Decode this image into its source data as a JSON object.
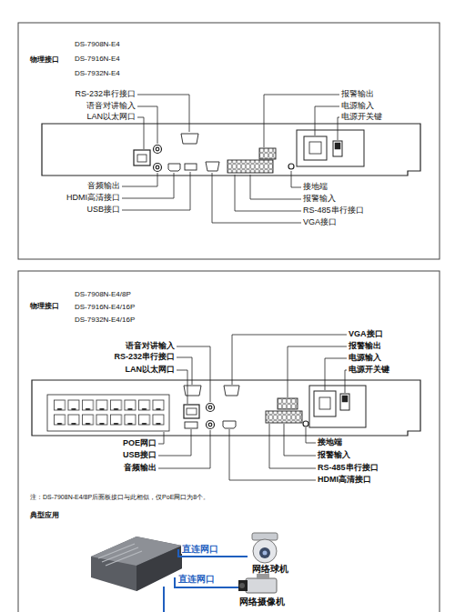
{
  "diagram": {
    "labels": [
      "DS-7908N-E4",
      "DS-7916N-E4",
      "DS-7932N-E4",
      "物理接口",
      "RS-232串行接口",
      "语音对讲输入",
      "LAN以太网口",
      "报警输出",
      "电源输入",
      "电源开关键",
      "音频输出",
      "HDMI高清接口",
      "USB接口",
      "接地端",
      "报警输入",
      "RS-485串行接口",
      "VGA接口",
      "DS-7908N-E4/8P",
      "DS-7916N-E4/16P",
      "DS-7932N-E4/16P",
      "物理接口",
      "VGA接口",
      "语音对讲输入",
      "报警输出",
      "RS-232串行接口",
      "电源输入",
      "LAN以太网口",
      "电源开关键",
      "POE网口",
      "USB接口",
      "音频输出",
      "接地端",
      "报警输入",
      "RS-485串行接口",
      "HDMI高清接口",
      "注：DS-7908N-E4/8P后面板接口与此相似，仅PoE网口为8个。",
      "典型应用",
      "直连网口",
      "直连网口",
      "网络球机",
      "网络摄像机"
    ]
  }
}
